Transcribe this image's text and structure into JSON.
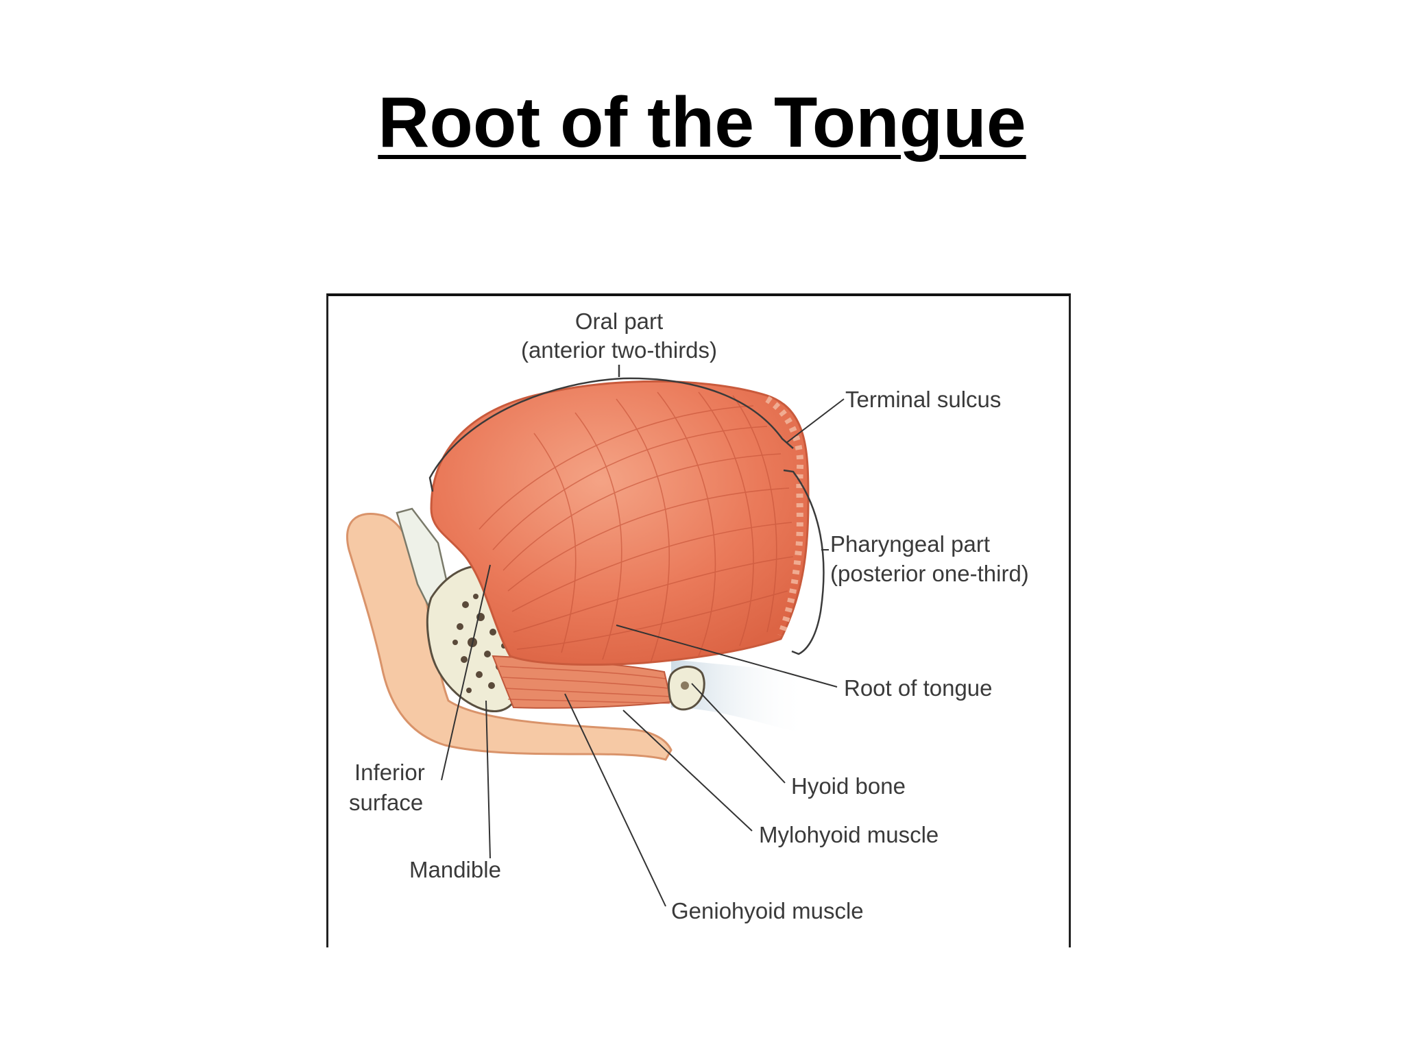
{
  "title": "Root of the Tongue",
  "diagram": {
    "labels": {
      "oral_part_line1": "Oral part",
      "oral_part_line2": "(anterior two-thirds)",
      "terminal_sulcus": "Terminal sulcus",
      "pharyngeal_part_line1": "Pharyngeal part",
      "pharyngeal_part_line2": "(posterior one-third)",
      "root_of_tongue": "Root of tongue",
      "hyoid_bone": "Hyoid bone",
      "mylohyoid_muscle": "Mylohyoid muscle",
      "geniohyoid_muscle": "Geniohyoid muscle",
      "inferior_surface_line1": "Inferior",
      "inferior_surface_line2": "surface",
      "mandible": "Mandible"
    },
    "colors": {
      "tongue_muscle": "#ea7a5a",
      "tongue_highlight": "#f4a385",
      "muscle_fiber": "#c8553a",
      "lip_skin": "#f6c9a5",
      "bone_fill": "#efecd6",
      "bone_spots": "#5a4a3a",
      "leader_lines": "#333333",
      "label_text": "#3a3a3a"
    }
  }
}
